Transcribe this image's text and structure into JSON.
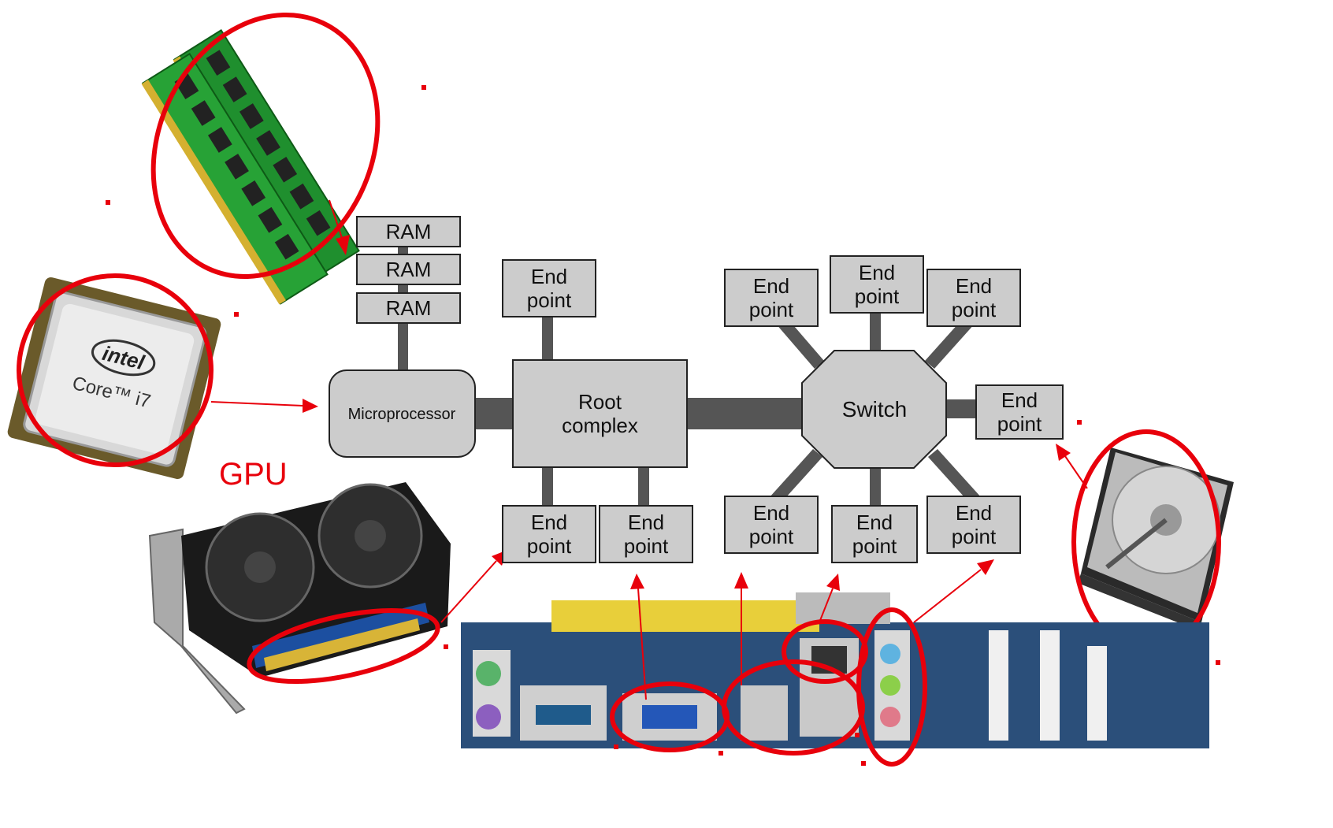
{
  "diagram": {
    "ram_label": "RAM",
    "microprocessor_label": "Microprocessor",
    "root_complex_label": "Root\ncomplex",
    "switch_label": "Switch",
    "endpoint_label": "End\npoint",
    "gpu_label": "GPU",
    "photo_labels": {
      "cpu_brand": "intel",
      "cpu_model": "Core™ i7"
    }
  },
  "colors": {
    "box_fill": "#cccccc",
    "connector": "#555555",
    "annotation_red": "#e8000b"
  },
  "icons": [
    "ram-module-icon",
    "cpu-chip-icon",
    "gpu-card-icon",
    "hard-drive-icon",
    "motherboard-io-icon"
  ]
}
